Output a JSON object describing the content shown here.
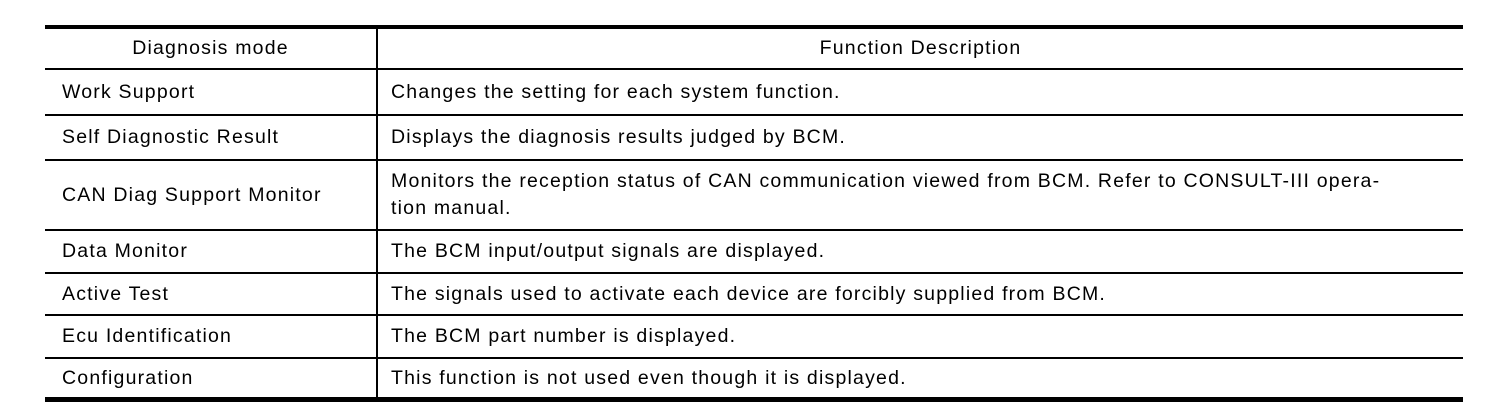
{
  "page": {
    "background": "#ffffff",
    "text_color": "#000000",
    "rule_color": "#000000"
  },
  "table": {
    "columns": {
      "mode": "Diagnosis mode",
      "description": "Function Description"
    },
    "rows": [
      {
        "mode": "Work Support",
        "desc": "Changes the setting for each system function."
      },
      {
        "mode": "Self Diagnostic Result",
        "desc": "Displays the diagnosis results judged by BCM."
      },
      {
        "mode": "CAN Diag Support Monitor",
        "desc": "Monitors the reception status of CAN communication viewed from BCM. Refer to CONSULT-III opera-",
        "desc2": "tion manual."
      },
      {
        "mode": "Data Monitor",
        "desc": "The BCM input/output signals are displayed."
      },
      {
        "mode": "Active Test",
        "desc": "The signals used to activate each device are forcibly supplied from BCM."
      },
      {
        "mode": "Ecu Identification",
        "desc": "The BCM part number is displayed."
      },
      {
        "mode": "Configuration",
        "desc": "This function is not used even though it is displayed."
      }
    ]
  }
}
